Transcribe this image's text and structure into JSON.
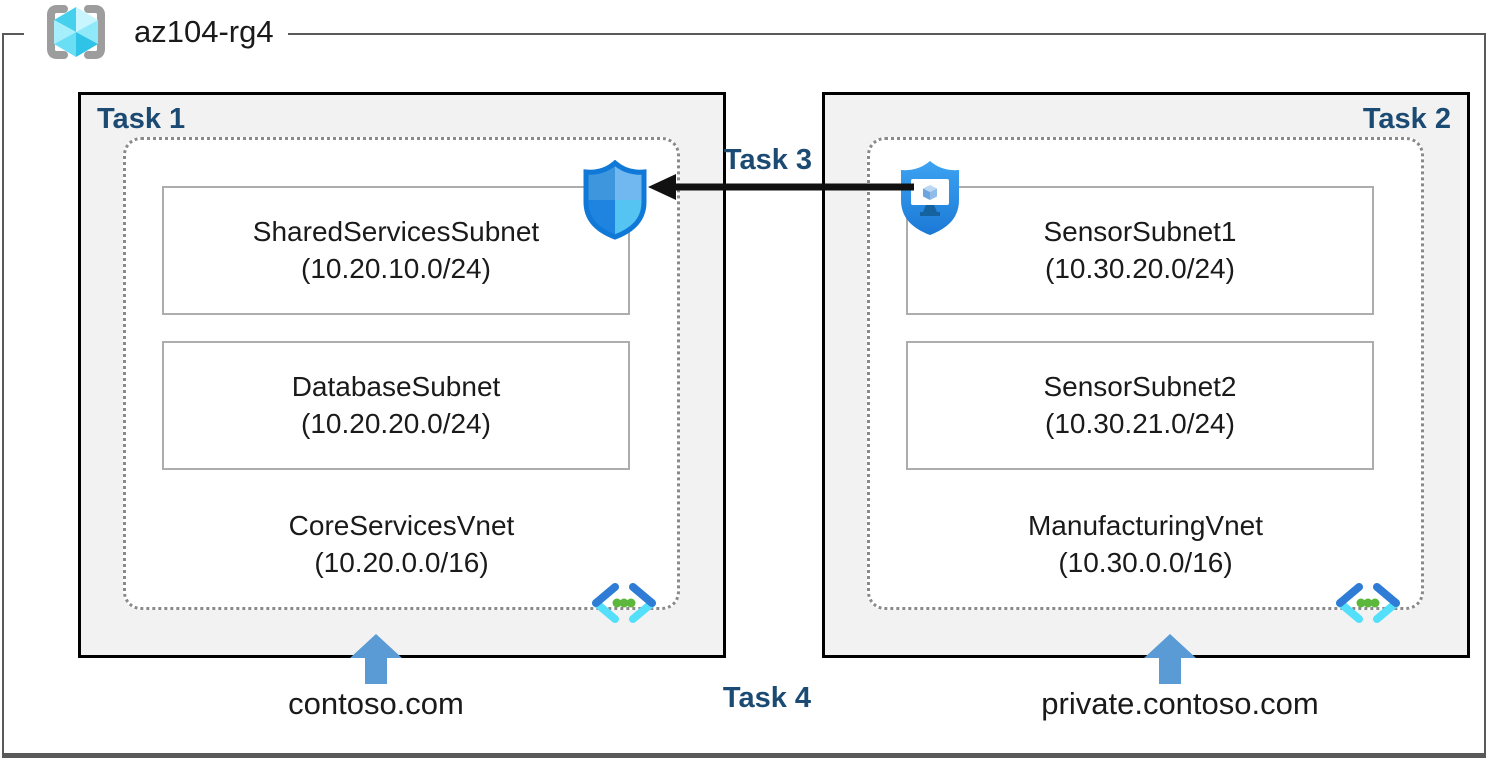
{
  "header": {
    "resource_group": "az104-rg4"
  },
  "task_labels": {
    "task1": "Task 1",
    "task2": "Task 2",
    "task3": "Task 3",
    "task4": "Task 4"
  },
  "vnets": {
    "left": {
      "name": "CoreServicesVnet",
      "cidr": "(10.20.0.0/16)",
      "dns": "contoso.com",
      "subnets": [
        {
          "name": "SharedServicesSubnet",
          "cidr": "(10.20.10.0/24)"
        },
        {
          "name": "DatabaseSubnet",
          "cidr": "(10.20.20.0/24)"
        }
      ]
    },
    "right": {
      "name": "ManufacturingVnet",
      "cidr": "(10.30.0.0/16)",
      "dns": "private.contoso.com",
      "subnets": [
        {
          "name": "SensorSubnet1",
          "cidr": "(10.30.20.0/24)"
        },
        {
          "name": "SensorSubnet2",
          "cidr": "(10.30.21.0/24)"
        }
      ]
    }
  },
  "icons": {
    "resource_group": "resource-group-icon",
    "network_security_group": "network-security-group-shield-icon",
    "application_security_group": "application-security-group-shield-icon",
    "virtual_network": "virtual-network-icon",
    "dns_up_arrow": "up-arrow-icon",
    "peering_arrow": "left-arrow-icon"
  },
  "colors": {
    "task_label": "#1B4A73",
    "group_box_fill": "#F2F2F2",
    "group_box_border": "#000000",
    "dashed_border": "#8A8A8A",
    "subnet_border": "#ADADAD",
    "dns_arrow": "#5B9BD5",
    "frame_border": "#595959",
    "peering_arrow": "#111111",
    "nsg_blue": "#1F83E0",
    "vnet_dark_blue": "#2E7CD6",
    "vnet_light_cyan": "#54DFFB",
    "vnet_green": "#5CB83C"
  }
}
